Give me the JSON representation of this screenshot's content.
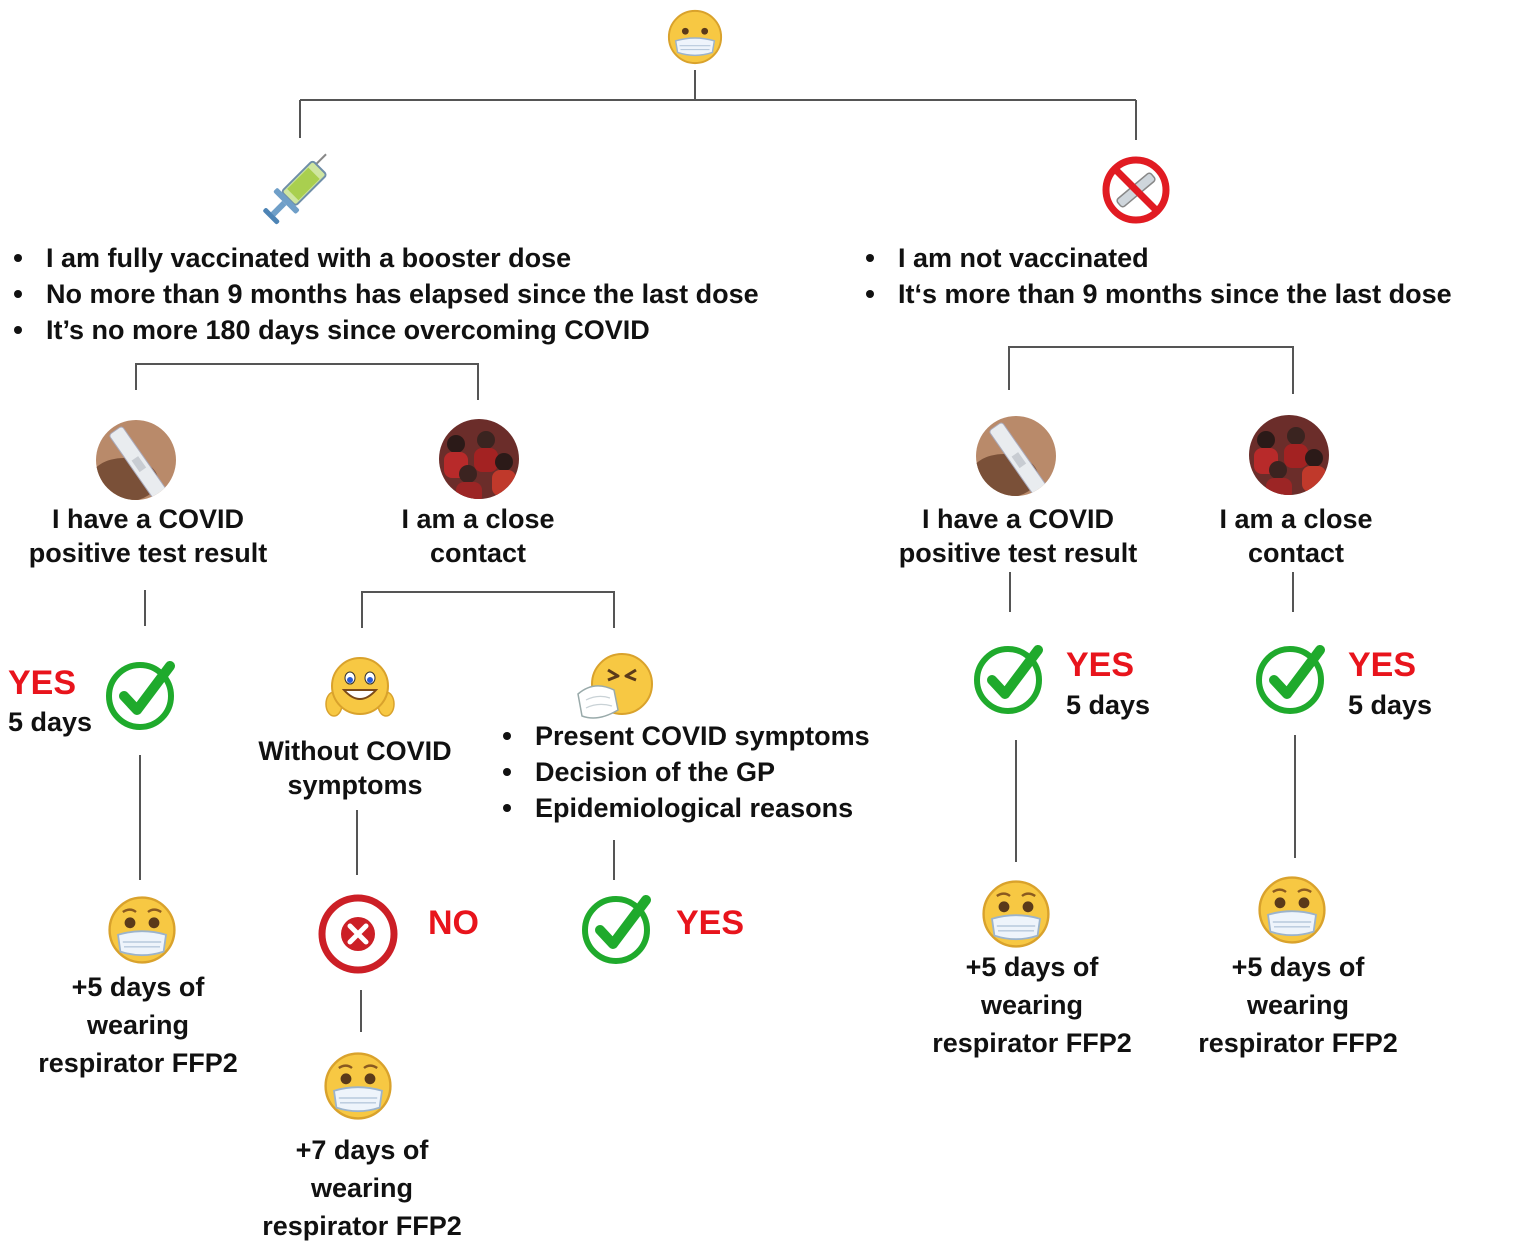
{
  "colors": {
    "answer_red": "#e8141c",
    "check_green": "#1faa2c",
    "cross_red": "#cc1f26",
    "emoji_yellow": "#f7c843",
    "line_gray": "#555555"
  },
  "icons": [
    "masked-face-icon",
    "syringe-icon",
    "no-vaccine-icon",
    "test-swab-icon",
    "crowd-icon",
    "check-mark-icon",
    "cross-mark-icon",
    "smiling-face-icon",
    "sneezing-face-icon"
  ],
  "vaccinated": {
    "bullets": [
      "I am fully vaccinated with a booster dose",
      "No more than 9 months has elapsed since the last dose",
      "It’s no more 180 days since overcoming COVID"
    ],
    "positive": {
      "line1": "I have a COVID",
      "line2": "positive test result",
      "answer": "YES",
      "duration": "5 days",
      "followup": {
        "line1": "+5 days of",
        "line2": "wearing",
        "line3": "respirator FFP2"
      }
    },
    "contact": {
      "line1": "I am a close",
      "line2": "contact",
      "no_symptoms": {
        "line1": "Without COVID",
        "line2": "symptoms",
        "answer": "NO",
        "followup": {
          "line1": "+7 days of",
          "line2": "wearing",
          "line3": "respirator FFP2"
        }
      },
      "symptoms": {
        "bullets": [
          "Present COVID symptoms",
          "Decision of the GP",
          "Epidemiological reasons"
        ],
        "answer": "YES"
      }
    }
  },
  "unvaccinated": {
    "bullets": [
      "I am not vaccinated",
      "It‘s more than 9 months since the last dose"
    ],
    "positive": {
      "line1": "I have a COVID",
      "line2": "positive test result",
      "answer": "YES",
      "duration": "5 days",
      "followup": {
        "line1": "+5 days of",
        "line2": "wearing",
        "line3": "respirator FFP2"
      }
    },
    "contact": {
      "line1": "I am a close",
      "line2": "contact",
      "answer": "YES",
      "duration": "5 days",
      "followup": {
        "line1": "+5 days of",
        "line2": "wearing",
        "line3": "respirator FFP2"
      }
    }
  }
}
